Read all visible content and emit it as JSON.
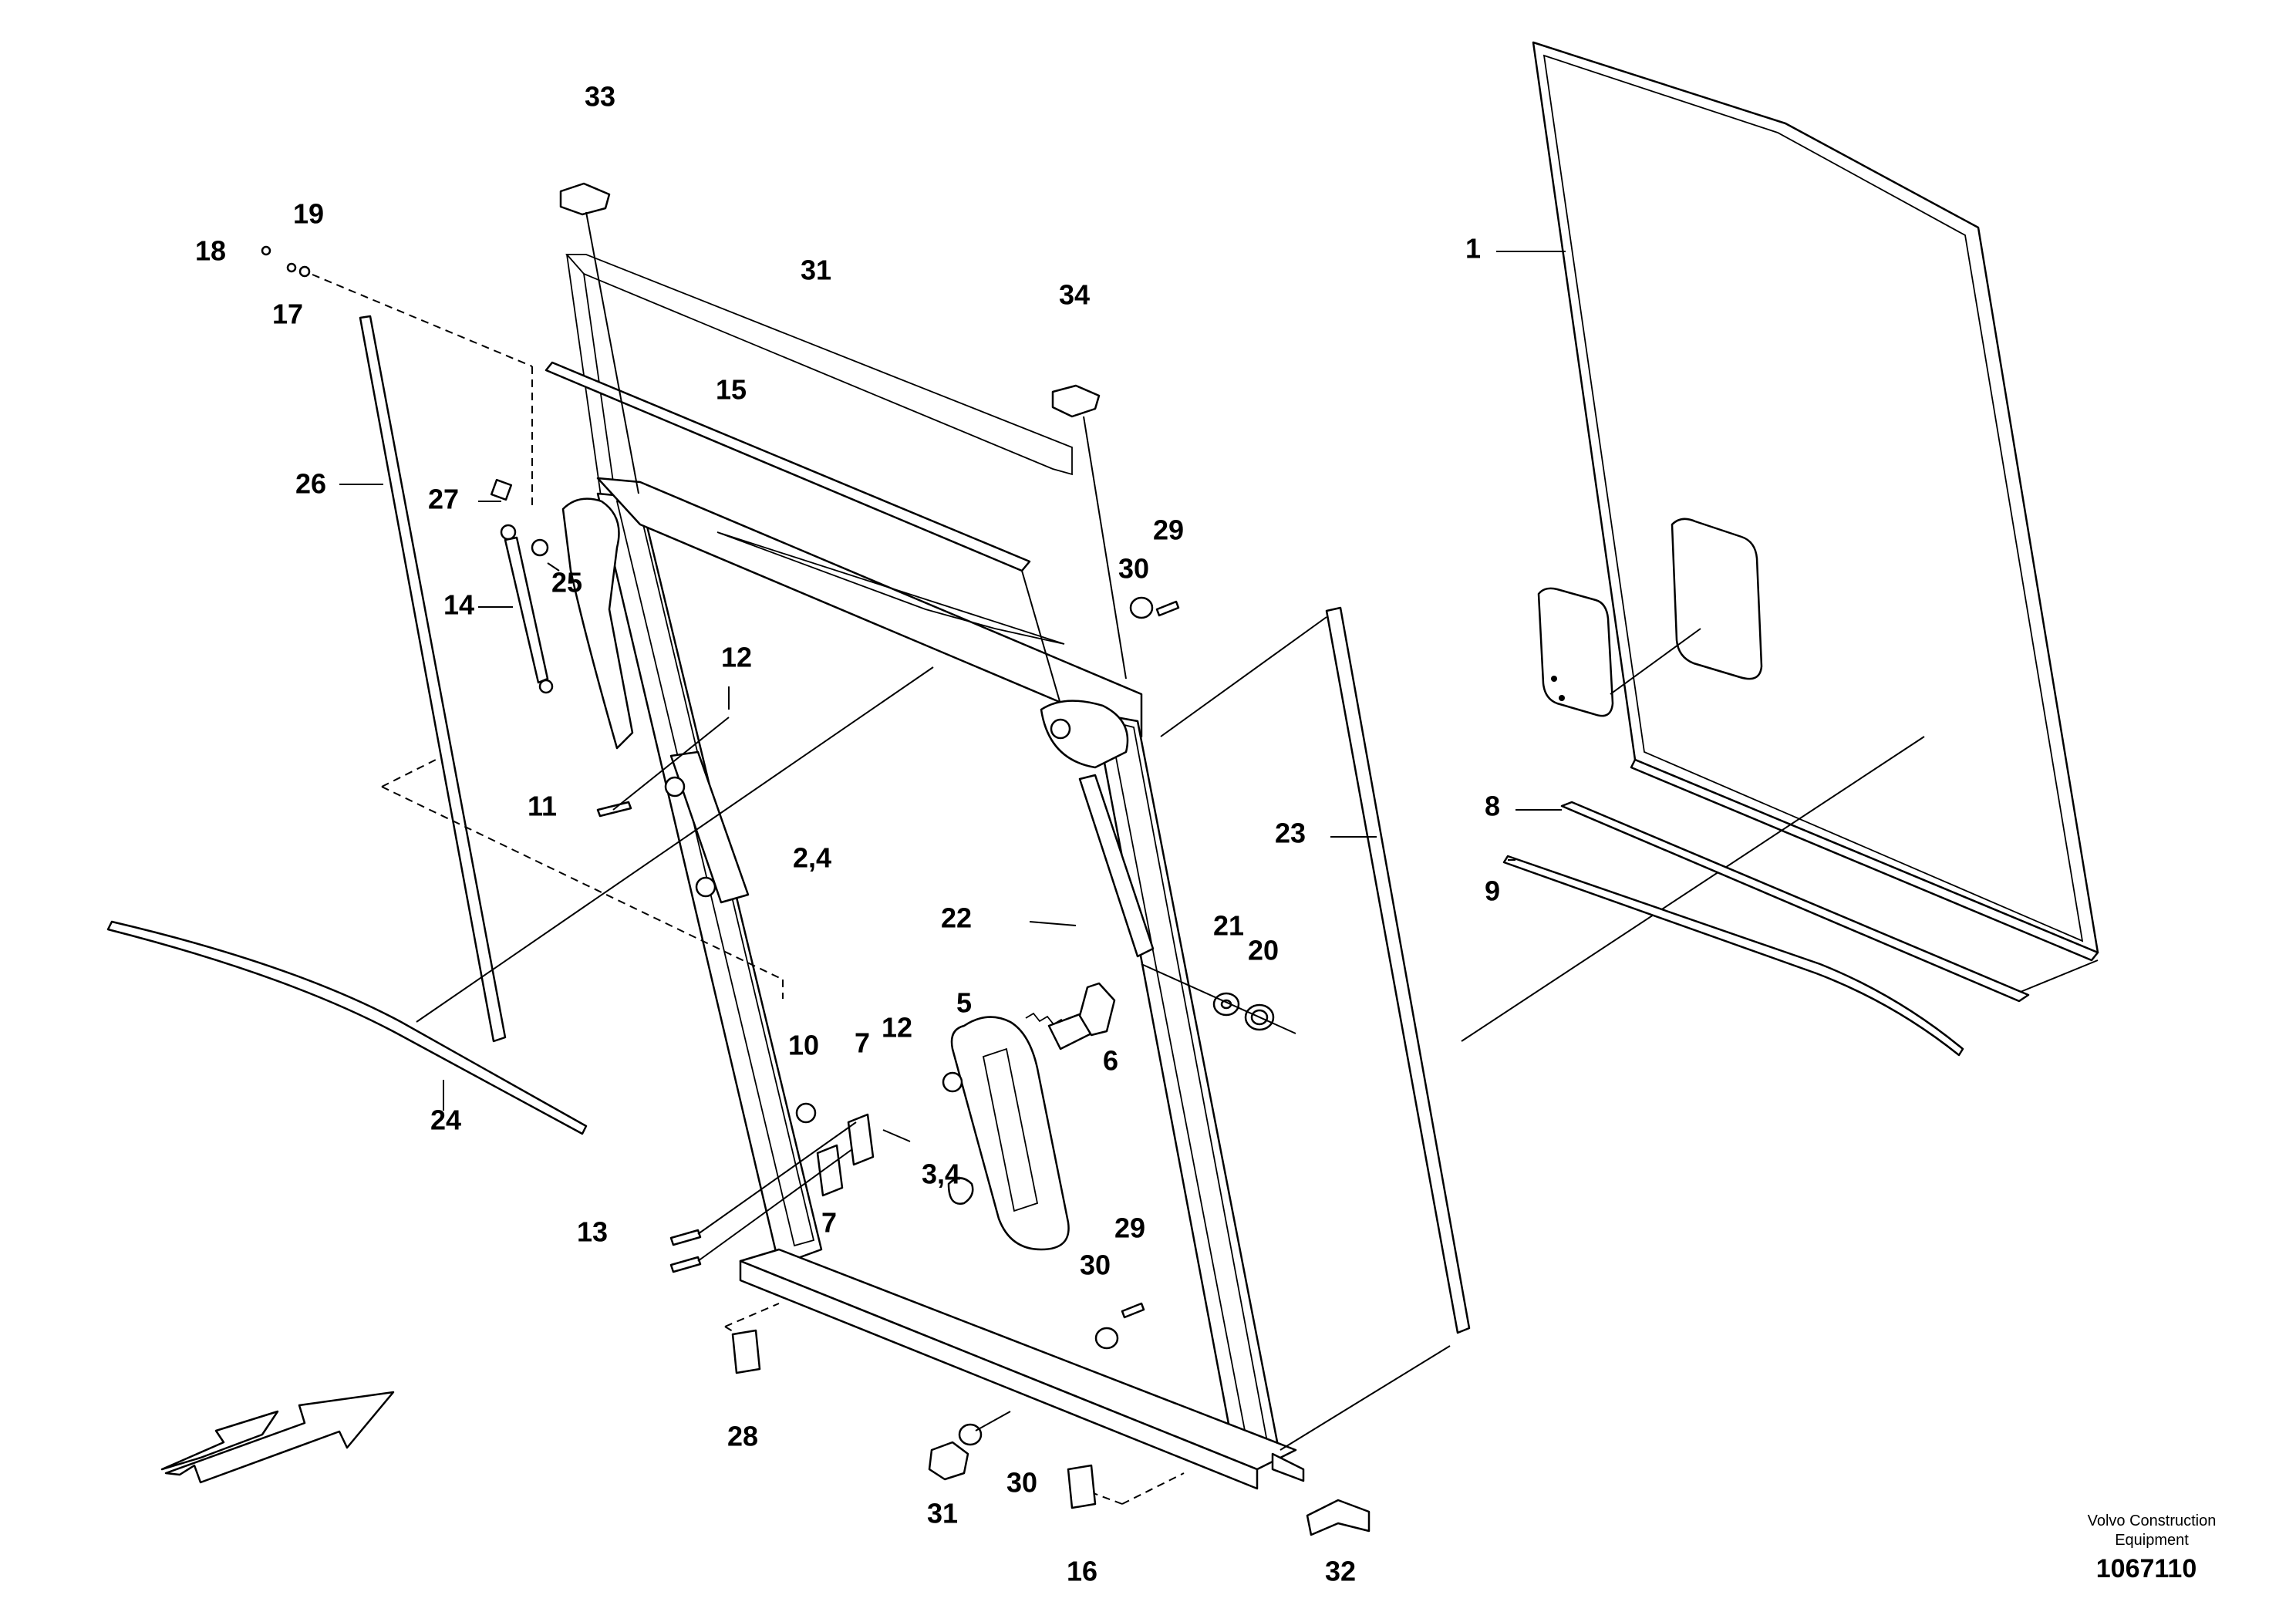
{
  "callouts": [
    {
      "id": "c33",
      "text": "33"
    },
    {
      "id": "c19",
      "text": "19"
    },
    {
      "id": "c18",
      "text": "18"
    },
    {
      "id": "c17",
      "text": "17"
    },
    {
      "id": "c31top",
      "text": "31"
    },
    {
      "id": "c34",
      "text": "34"
    },
    {
      "id": "c1",
      "text": "1"
    },
    {
      "id": "c15",
      "text": "15"
    },
    {
      "id": "c26",
      "text": "26"
    },
    {
      "id": "c27",
      "text": "27"
    },
    {
      "id": "c25",
      "text": "25"
    },
    {
      "id": "c14",
      "text": "14"
    },
    {
      "id": "c29top",
      "text": "29"
    },
    {
      "id": "c30top",
      "text": "30"
    },
    {
      "id": "c12top",
      "text": "12"
    },
    {
      "id": "c11",
      "text": "11"
    },
    {
      "id": "c24",
      "text": "24"
    },
    {
      "id": "c2_4",
      "text": "2,4"
    },
    {
      "id": "c23",
      "text": "23"
    },
    {
      "id": "c8",
      "text": "8"
    },
    {
      "id": "c9",
      "text": "9"
    },
    {
      "id": "c22",
      "text": "22"
    },
    {
      "id": "c21",
      "text": "21"
    },
    {
      "id": "c20",
      "text": "20"
    },
    {
      "id": "c5",
      "text": "5"
    },
    {
      "id": "c6",
      "text": "6"
    },
    {
      "id": "c10",
      "text": "10"
    },
    {
      "id": "c7top",
      "text": "7"
    },
    {
      "id": "c12mid",
      "text": "12"
    },
    {
      "id": "c3_4",
      "text": "3,4"
    },
    {
      "id": "c7bot",
      "text": "7"
    },
    {
      "id": "c13",
      "text": "13"
    },
    {
      "id": "c29bot",
      "text": "29"
    },
    {
      "id": "c30mid",
      "text": "30"
    },
    {
      "id": "c28",
      "text": "28"
    },
    {
      "id": "c30bot",
      "text": "30"
    },
    {
      "id": "c31bot",
      "text": "31"
    },
    {
      "id": "c16",
      "text": "16"
    },
    {
      "id": "c32",
      "text": "32"
    }
  ],
  "footer": {
    "brand_line1": "Volvo Construction",
    "brand_line2": "Equipment",
    "doc_number": "1067110"
  },
  "icons": {
    "direction": "front-direction-arrow-icon"
  },
  "colors": {
    "ink": "#000000",
    "paper": "#ffffff"
  }
}
